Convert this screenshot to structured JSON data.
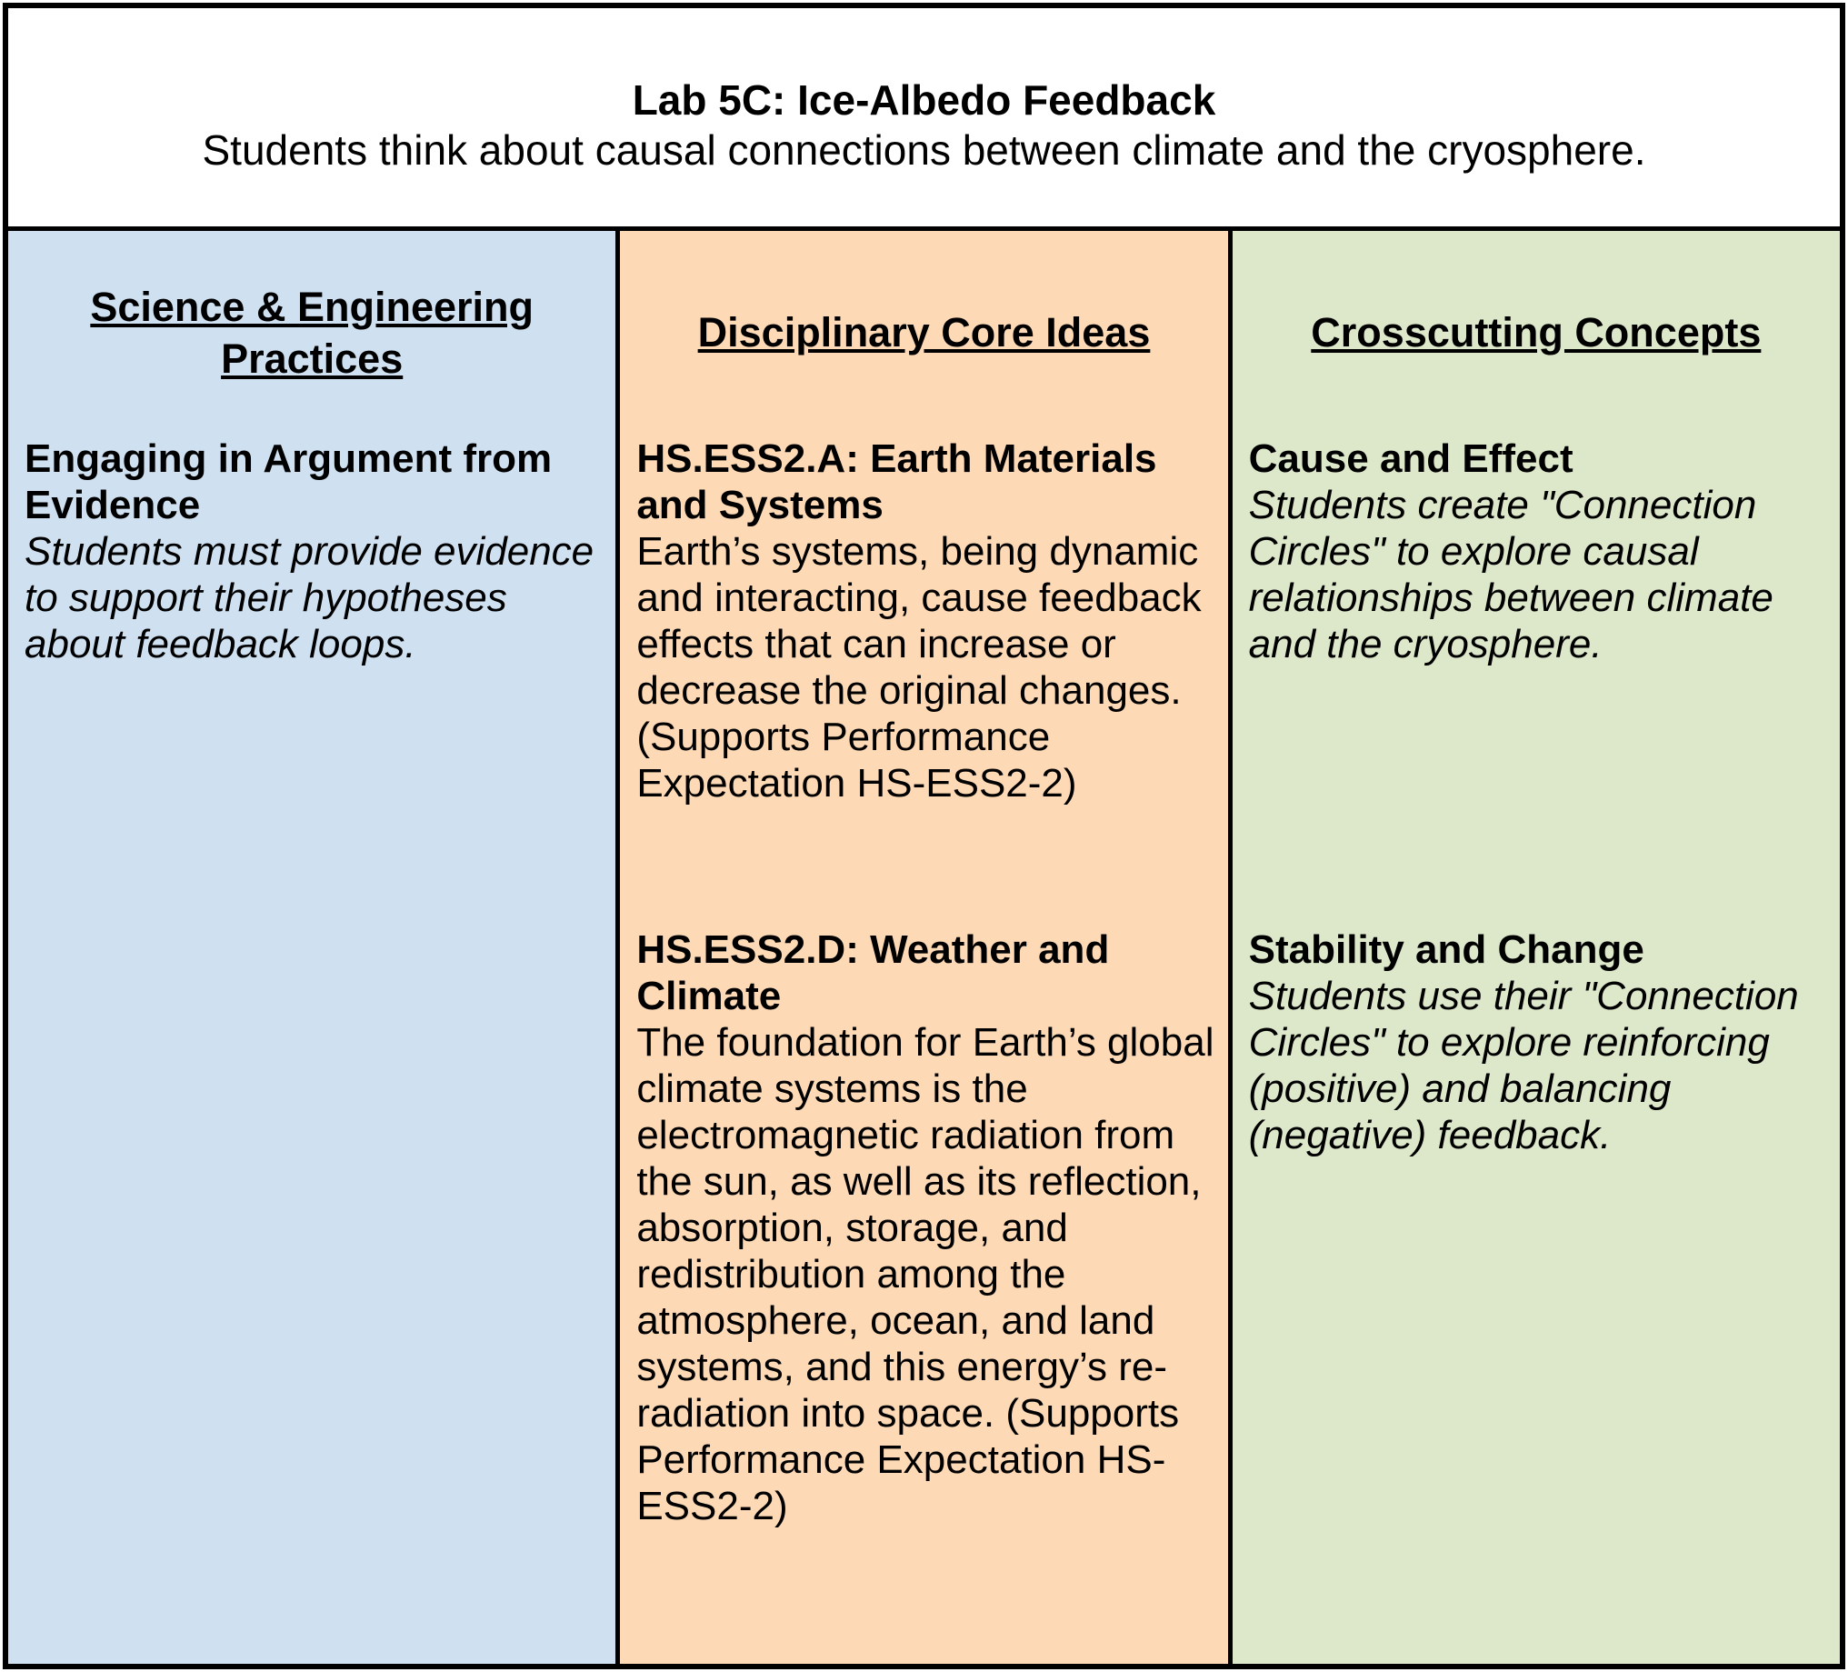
{
  "header": {
    "title": "Lab 5C: Ice-Albedo Feedback",
    "subtitle": "Students think about causal connections between climate and the cryosphere."
  },
  "colors": {
    "practices_bg": "#cfe0f1",
    "core_ideas_bg": "#fdd9b5",
    "crosscutting_bg": "#dde7ca",
    "border": "#000000"
  },
  "columns": [
    {
      "heading": "Science & Engineering Practices",
      "bg": "#cfe0f1",
      "blocks": [
        {
          "title": "Engaging in Argument from Evidence",
          "body": "Students must provide evidence to support their hypotheses about feedback loops."
        }
      ]
    },
    {
      "heading": "Disciplinary Core Ideas",
      "bg": "#fdd9b5",
      "blocks": [
        {
          "title": "HS.ESS2.A: Earth Materials and Systems",
          "body": "Earth’s systems, being dynamic and interacting, cause feedback effects that can increase or decrease the original changes. (Supports Performance Expectation HS-ESS2-2)"
        },
        {
          "title": "HS.ESS2.D: Weather and Climate",
          "body": "The foundation for Earth’s global climate systems is the electromagnetic radiation from the sun, as well as its reflection, absorption, storage, and redistribution among the atmosphere, ocean, and land systems, and this energy’s re-radiation into space. (Supports Performance Expectation HS-ESS2-2)"
        }
      ]
    },
    {
      "heading": "Crosscutting Concepts",
      "bg": "#dde7ca",
      "blocks": [
        {
          "title": "Cause and Effect",
          "body": "Students create \"Connection Circles\" to explore causal relationships between climate and the cryosphere."
        },
        {
          "title": "Stability and Change",
          "body": "Students use their \"Connection Circles\" to explore reinforcing (positive) and balancing (negative) feedback."
        }
      ]
    }
  ]
}
